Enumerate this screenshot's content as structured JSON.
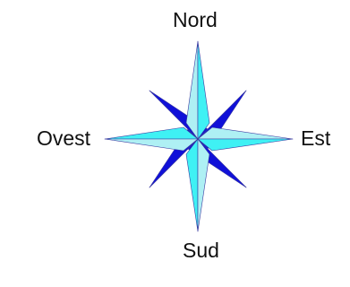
{
  "labels": {
    "north": "Nord",
    "south": "Sud",
    "west": "Ovest",
    "east": "Est"
  },
  "colors": {
    "background": "#ffffff",
    "light_cyan": "#aef0f4",
    "cyan": "#3ff1f4",
    "blue": "#1010d8",
    "outline": "#3a3aa0"
  }
}
